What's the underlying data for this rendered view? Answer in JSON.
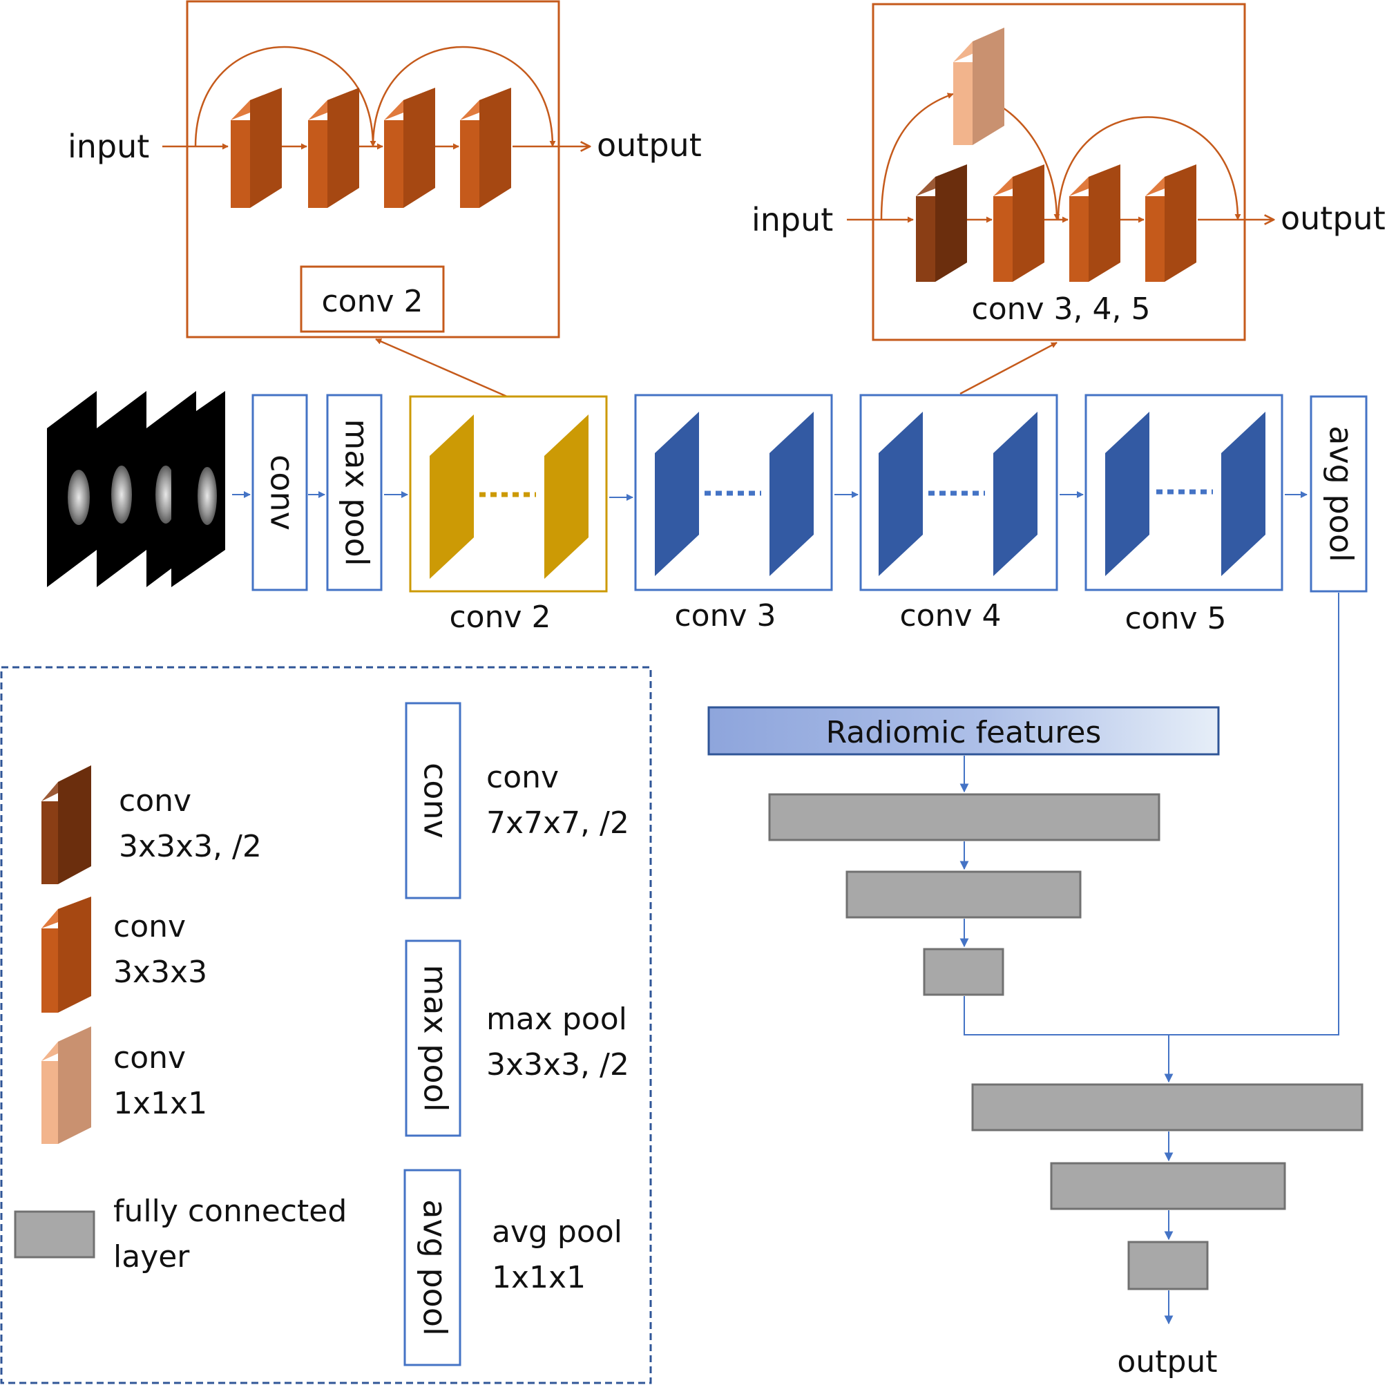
{
  "colors": {
    "orange_dark": "#a64812",
    "orange": "#c55a1b",
    "orange_light": "#e07a3d",
    "brown_front": "#6b2e0d",
    "brown_side": "#8a3e15",
    "peach_front": "#c99170",
    "peach_side": "#f2b48c",
    "yellow": "#cc9a05",
    "blue": "#335aa3",
    "blue_line": "#4473c5",
    "grey_fill": "#a8a8a8",
    "grey_stroke": "#717171",
    "legend_border": "#2f5597"
  },
  "block_conv2": {
    "input_label": "input",
    "output_label": "output",
    "caption": "conv 2"
  },
  "block_conv345": {
    "input_label": "input",
    "output_label": "output",
    "caption": "conv 3, 4, 5"
  },
  "pipeline": {
    "conv_label": "conv",
    "maxpool_label": "max pool",
    "avgpool_label": "avg pool",
    "stages": [
      "conv 2",
      "conv 3",
      "conv 4",
      "conv 5"
    ]
  },
  "legend": {
    "items": [
      {
        "icon": "dark-conv-block-icon",
        "line1": "conv",
        "line2": "3x3x3, /2"
      },
      {
        "icon": "orange-conv-block-icon",
        "line1": "conv",
        "line2": "3x3x3"
      },
      {
        "icon": "peach-conv-block-icon",
        "line1": "conv",
        "line2": "1x1x1"
      },
      {
        "icon": "fc-layer-icon",
        "line1": "fully connected",
        "line2": "layer"
      }
    ],
    "boxes": [
      {
        "box_label": "conv",
        "line1": "conv",
        "line2": "7x7x7, /2"
      },
      {
        "box_label": "max pool",
        "line1": "max pool",
        "line2": "3x3x3, /2"
      },
      {
        "box_label": "avg pool",
        "line1": "avg pool",
        "line2": "1x1x1"
      }
    ]
  },
  "fc_branch": {
    "radiomic_label": "Radiomic features",
    "output_label": "output"
  }
}
